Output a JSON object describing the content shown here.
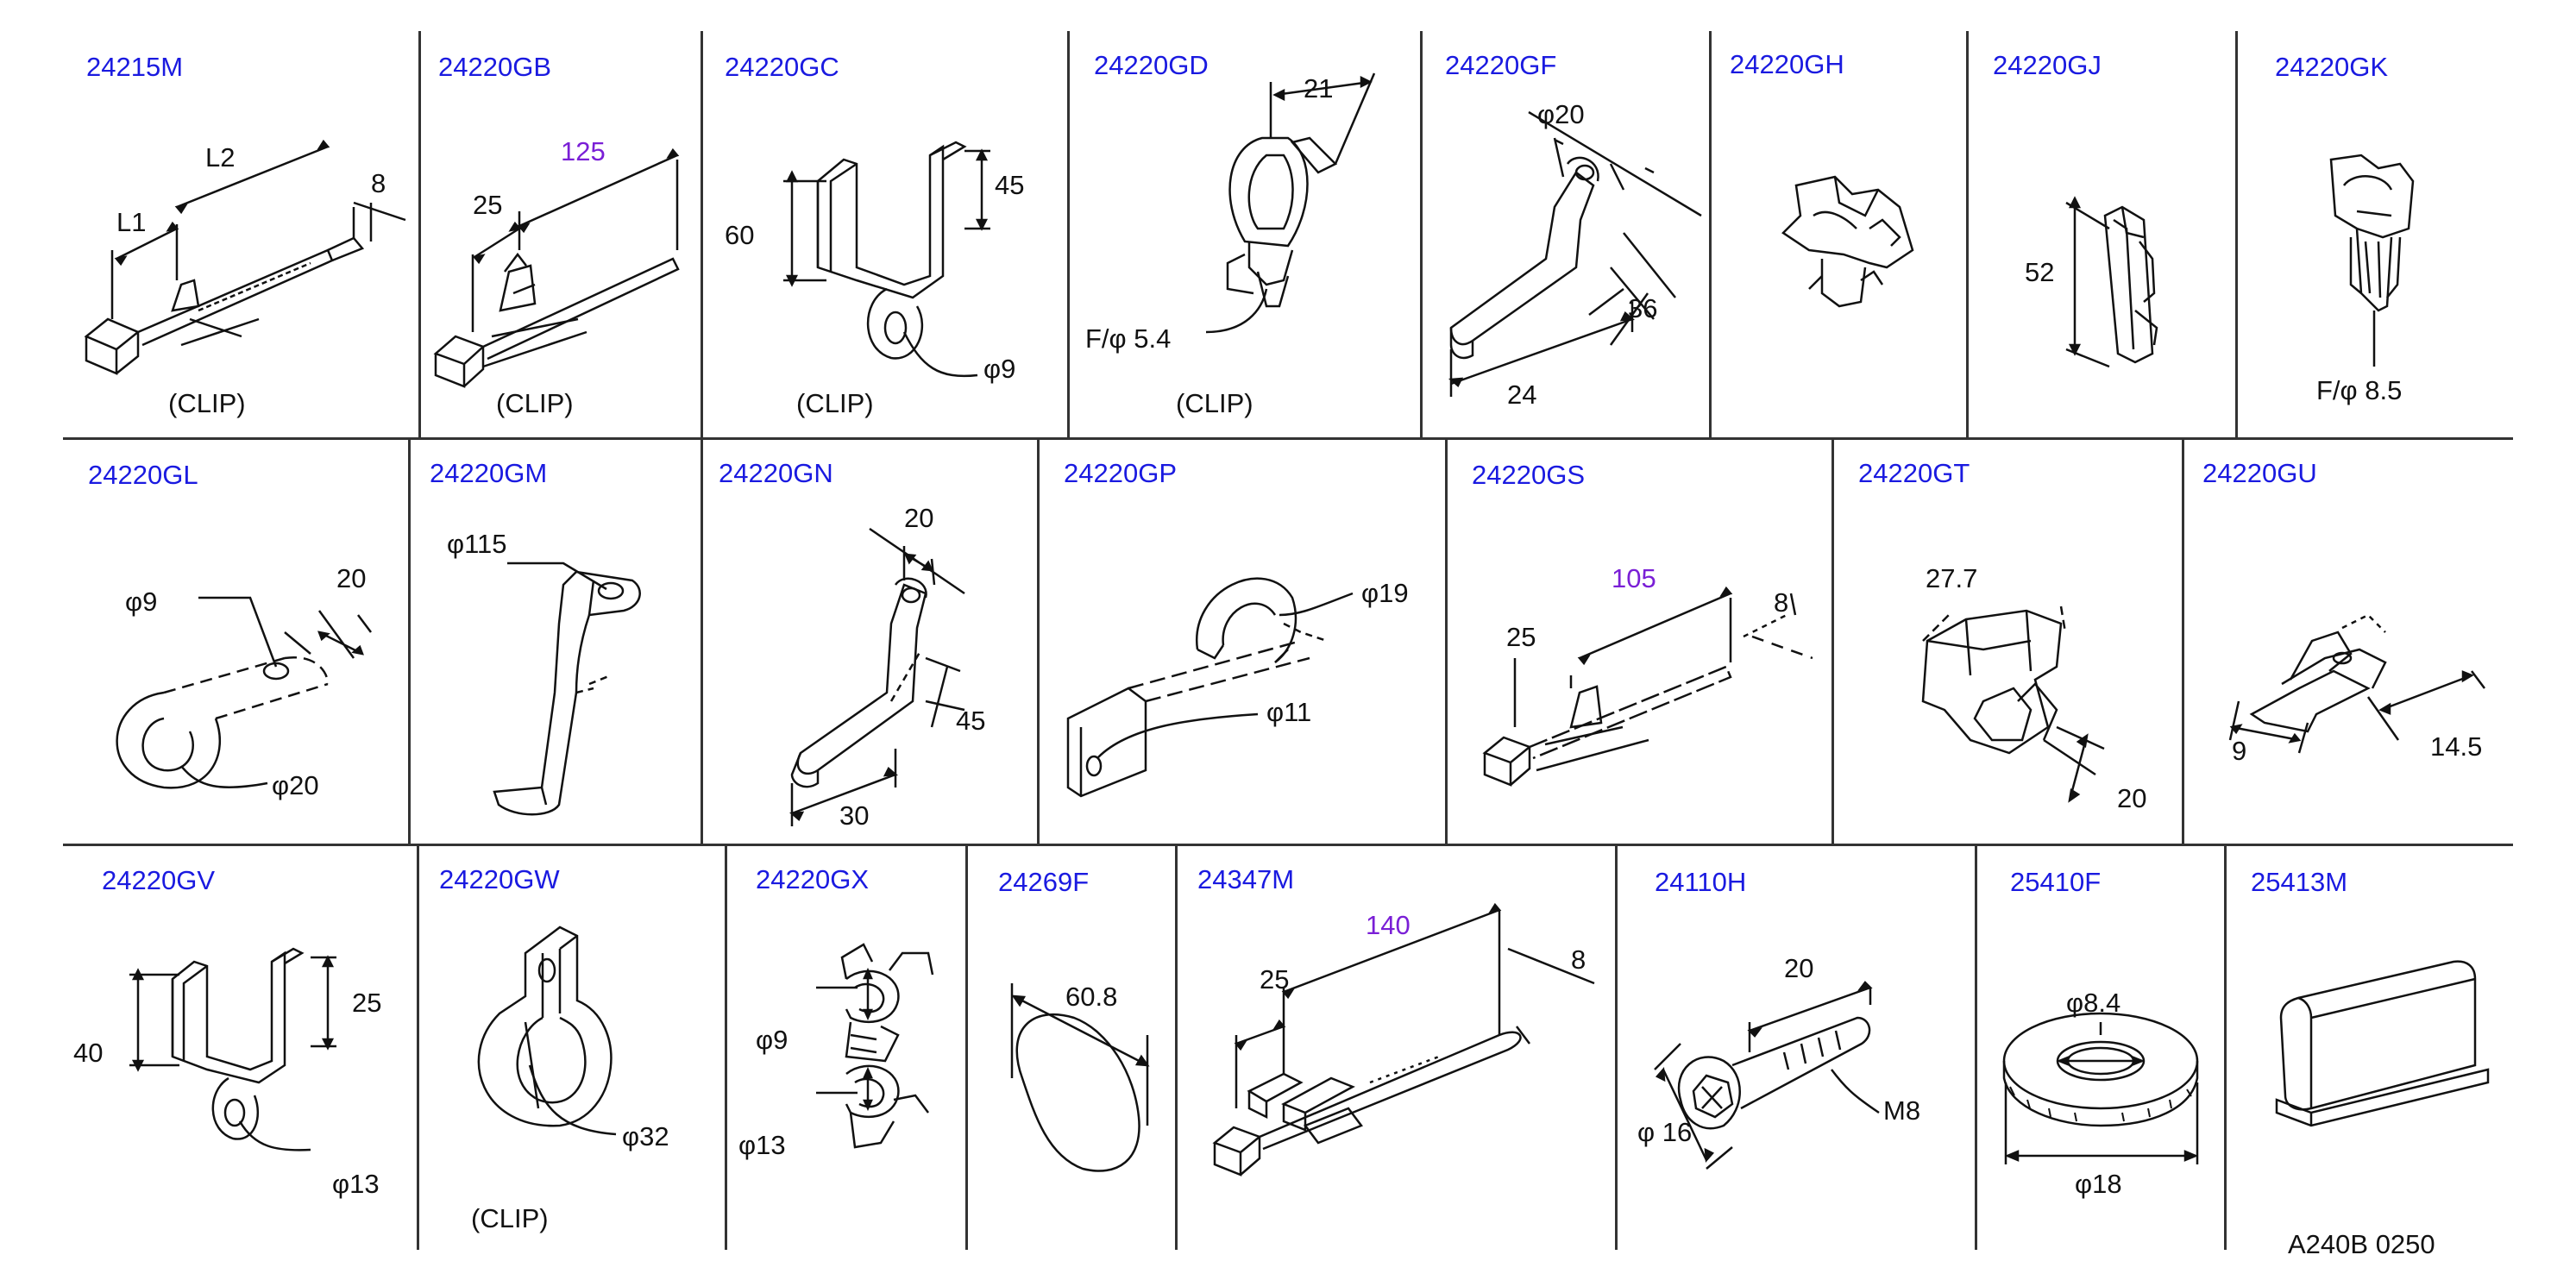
{
  "rows": [
    [
      {
        "part": "24215M",
        "dims": [
          "L2",
          "L1",
          "8"
        ],
        "caption": "(CLIP)"
      },
      {
        "part": "24220GB",
        "dims": [
          "125",
          "25"
        ],
        "caption": "(CLIP)"
      },
      {
        "part": "24220GC",
        "dims": [
          "45",
          "60",
          "φ9"
        ],
        "caption": "(CLIP)"
      },
      {
        "part": "24220GD",
        "dims": [
          "21",
          "F/φ   5.4"
        ],
        "caption": "(CLIP)"
      },
      {
        "part": "24220GF",
        "dims": [
          "φ20",
          "36",
          "24"
        ],
        "caption": ""
      },
      {
        "part": "24220GH",
        "dims": [],
        "caption": ""
      },
      {
        "part": "24220GJ",
        "dims": [
          "52"
        ],
        "caption": ""
      },
      {
        "part": "24220GK",
        "dims": [
          "F/φ   8.5"
        ],
        "caption": ""
      }
    ],
    [
      {
        "part": "24220GL",
        "dims": [
          "φ9",
          "20",
          "φ20"
        ],
        "caption": ""
      },
      {
        "part": "24220GM",
        "dims": [
          "φ115"
        ],
        "caption": ""
      },
      {
        "part": "24220GN",
        "dims": [
          "20",
          "45",
          "30"
        ],
        "caption": ""
      },
      {
        "part": "24220GP",
        "dims": [
          "φ19",
          "φ11"
        ],
        "caption": ""
      },
      {
        "part": "24220GS",
        "dims": [
          "105",
          "8",
          "25"
        ],
        "caption": ""
      },
      {
        "part": "24220GT",
        "dims": [
          "27.7",
          "20"
        ],
        "caption": ""
      },
      {
        "part": "24220GU",
        "dims": [
          "9",
          "14.5"
        ],
        "caption": ""
      }
    ],
    [
      {
        "part": "24220GV",
        "dims": [
          "40",
          "25",
          "φ13"
        ],
        "caption": ""
      },
      {
        "part": "24220GW",
        "dims": [
          "φ32"
        ],
        "caption": "(CLIP)"
      },
      {
        "part": "24220GX",
        "dims": [
          "φ9",
          "φ13"
        ],
        "caption": ""
      },
      {
        "part": "24269F",
        "dims": [
          "60.8"
        ],
        "caption": ""
      },
      {
        "part": "24347M",
        "dims": [
          "140",
          "25",
          "8"
        ],
        "caption": ""
      },
      {
        "part": "24110H",
        "dims": [
          "20",
          "φ 16",
          "M8"
        ],
        "caption": ""
      },
      {
        "part": "25410F",
        "dims": [
          "φ8.4",
          "φ18"
        ],
        "caption": ""
      },
      {
        "part": "25413M",
        "dims": [],
        "caption": ""
      }
    ]
  ],
  "footer": {
    "code": "A240B   0250"
  },
  "colors": {
    "part_number": "#1a1ae0",
    "highlight_dimension": "#7a1fd6",
    "line": "#111111"
  }
}
